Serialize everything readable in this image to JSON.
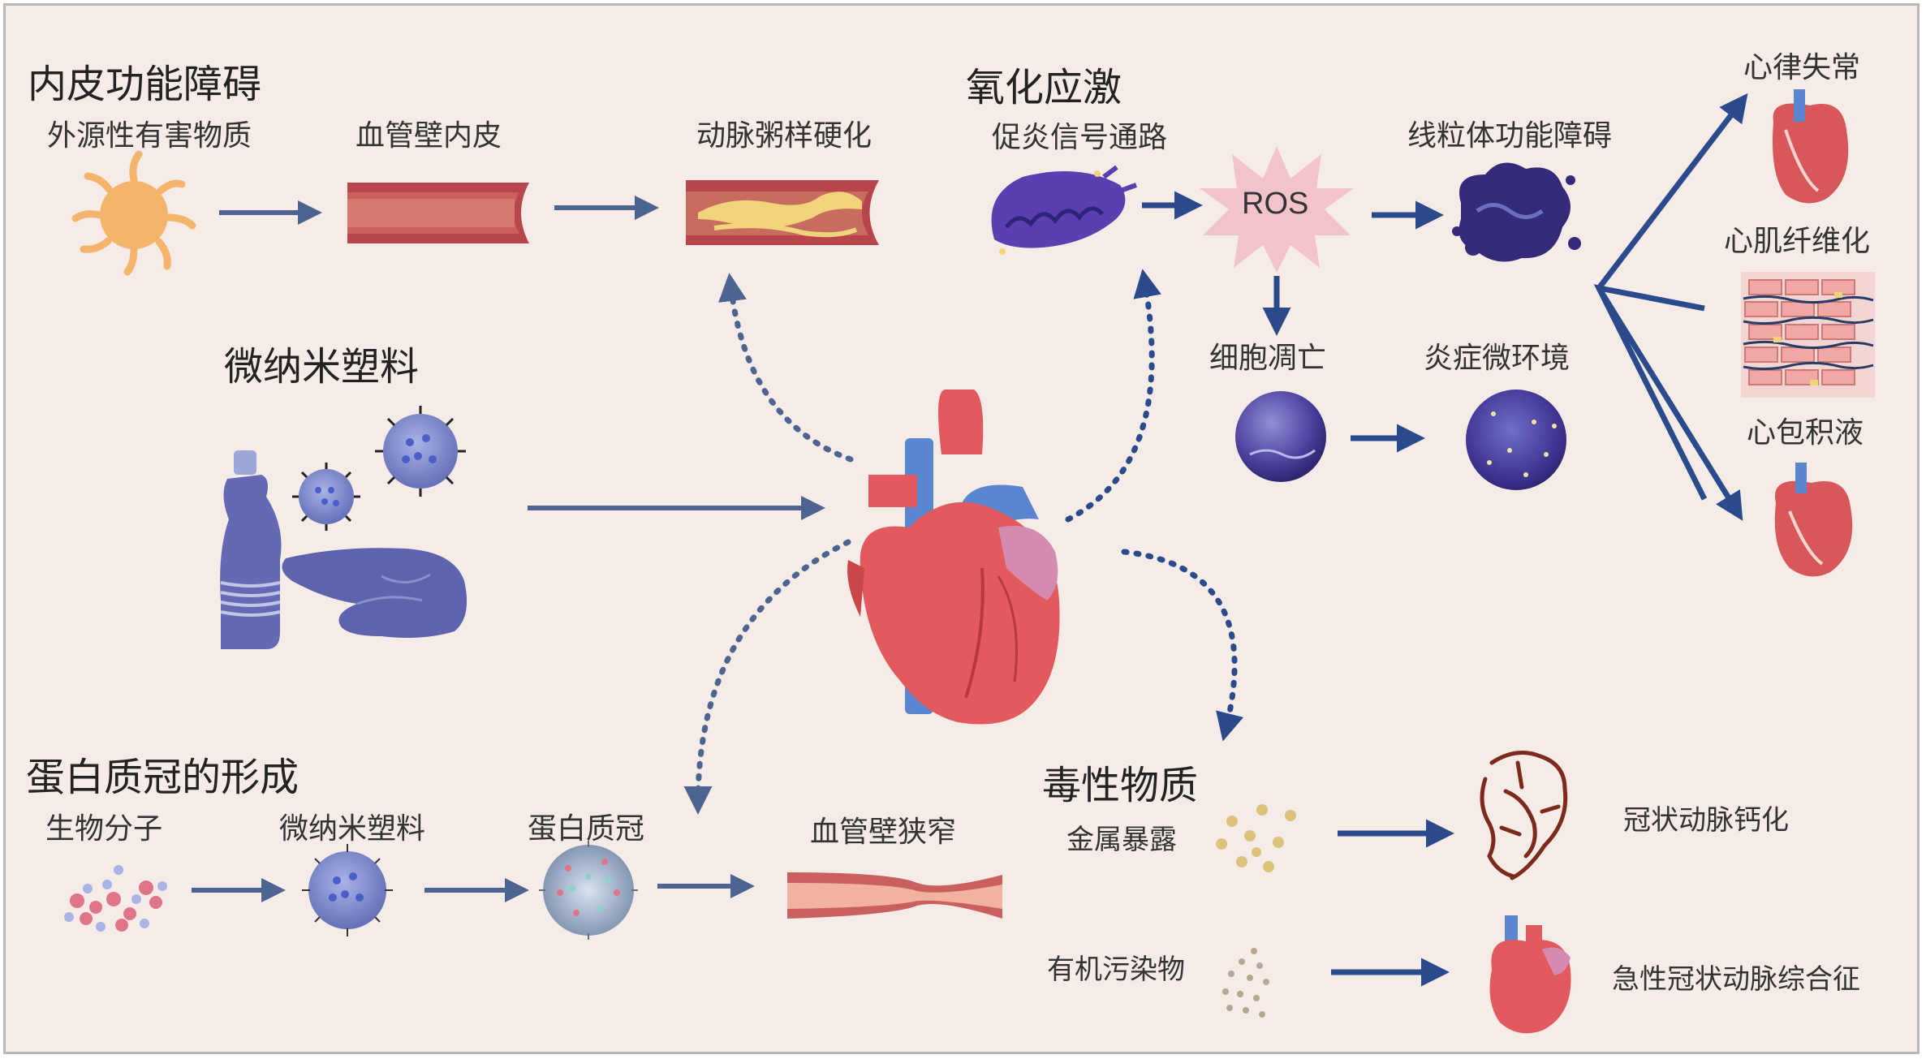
{
  "sections": {
    "endothelial": {
      "title": "内皮功能障碍",
      "steps": [
        "外源性有害物质",
        "血管壁内皮",
        "动脉粥样硬化"
      ]
    },
    "microplastics": {
      "title": "微纳米塑料"
    },
    "protein_corona": {
      "title": "蛋白质冠的形成",
      "steps": [
        "生物分子",
        "微纳米塑料",
        "蛋白质冠",
        "血管壁狭窄"
      ]
    },
    "oxidative_stress": {
      "title": "氧化应激",
      "nodes": {
        "pathway": "促炎信号通路",
        "ros": "ROS",
        "mito": "线粒体功能障碍",
        "apoptosis": "细胞凋亡",
        "inflammation": "炎症微环境"
      }
    },
    "outcomes": [
      "心律失常",
      "心肌纤维化",
      "心包积液"
    ],
    "toxic": {
      "title": "毒性物质",
      "metal": "金属暴露",
      "organic": "有机污染物",
      "metal_outcome": "冠状动脉钙化",
      "organic_outcome": "急性冠状动脉综合征"
    }
  },
  "colors": {
    "background": "#f5ece8",
    "arrow": "#4d6491",
    "arrow_dark": "#2b4a8c",
    "heart_red": "#e35a5e",
    "vessel_blue": "#5a86cf",
    "plastic_purple": "#6a6fb8",
    "ros_pink": "#f2c4c9"
  }
}
